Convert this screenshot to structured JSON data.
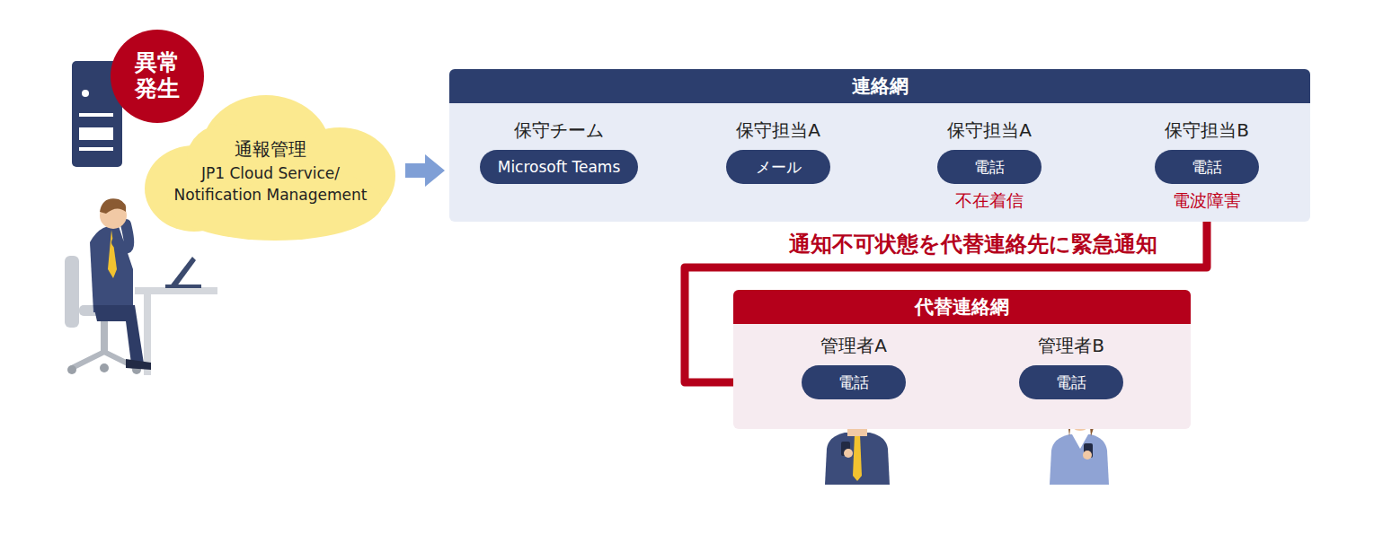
{
  "diagram": {
    "nodes": [
      {
        "text": [
          "異常 発生"
        ]
      },
      {
        "text": [
          "通報管理",
          "JP1 Cloud Service/ Notification Management"
        ]
      },
      {
        "text": [
          "連絡網"
        ]
      },
      {
        "text": [
          "保守チーム",
          "Microsoft Teams"
        ],
        "in": 2
      },
      {
        "text": [
          "保守担当A",
          "メール"
        ],
        "in": 2
      },
      {
        "text": [
          "保守担当A",
          "電話",
          "不在着信"
        ],
        "in": 2
      },
      {
        "text": [
          "保守担当B",
          "電話",
          "電波障害"
        ],
        "in": 2
      },
      {
        "text": [
          "代替連絡網"
        ]
      },
      {
        "text": [
          "管理者A",
          "電話"
        ],
        "in": 7
      },
      {
        "text": [
          "管理者B",
          "電話"
        ],
        "in": 7
      }
    ],
    "edges": [
      {
        "from": 1,
        "to": 2,
        "arrow": "to"
      },
      {
        "from": 3,
        "to": 4,
        "arrow": "to"
      },
      {
        "from": 4,
        "to": 5,
        "arrow": "to"
      },
      {
        "from": 5,
        "to": 6,
        "arrow": "to"
      },
      {
        "from": 6,
        "to": 8,
        "arrow": "to",
        "label": "通知不可状態を代替連絡先に緊急通知"
      },
      {
        "from": 8,
        "to": 9,
        "arrow": "to"
      }
    ]
  }
}
